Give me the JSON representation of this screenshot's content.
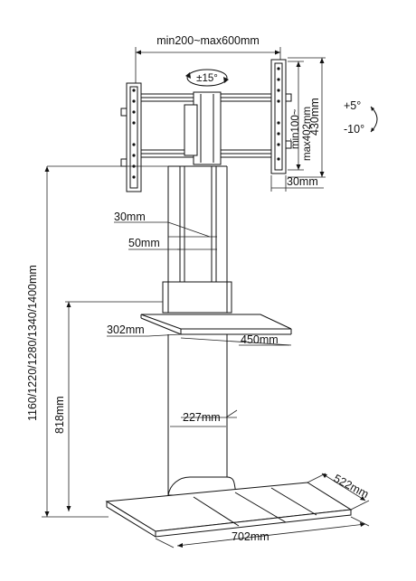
{
  "dimensions": {
    "vesa_width": "min200~max600mm",
    "tilt_rotation": "±15°",
    "vesa_height_min": "min100~",
    "vesa_height_max": "max402mm",
    "bracket_height": "430mm",
    "tilt_up": "+5°",
    "tilt_down": "-10°",
    "bracket_depth": "30mm",
    "column_depth": "30mm",
    "column_width": "50mm",
    "total_height": "1160/1220/1280/1340/1400mm",
    "shelf_height": "818mm",
    "shelf_depth": "302mm",
    "shelf_width": "450mm",
    "column_lower_width": "227mm",
    "base_depth": "522mm",
    "base_width": "702mm"
  }
}
